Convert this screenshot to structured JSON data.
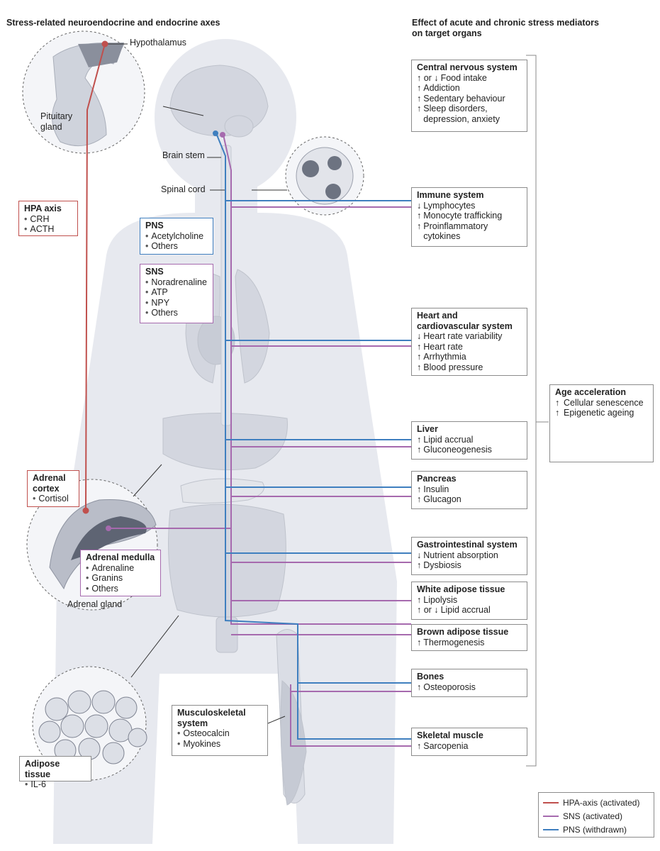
{
  "headers": {
    "left": "Stress-related neuroendocrine and endocrine axes",
    "right": "Effect of acute and chronic stress mediators on target organs"
  },
  "labels": {
    "hypothalamus": "Hypothalamus",
    "pituitary": "Pituitary gland",
    "brain_stem": "Brain stem",
    "spinal_cord": "Spinal cord",
    "adrenal_gland": "Adrenal gland"
  },
  "mediators": {
    "hpa": {
      "title": "HPA axis",
      "items": [
        "CRH",
        "ACTH"
      ]
    },
    "pns": {
      "title": "PNS",
      "items": [
        "Acetylcholine",
        "Others"
      ]
    },
    "sns": {
      "title": "SNS",
      "items": [
        "Noradrenaline",
        "ATP",
        "NPY",
        "Others"
      ]
    },
    "adrenal_cortex": {
      "title": "Adrenal cortex",
      "items": [
        "Cortisol"
      ]
    },
    "adrenal_medulla": {
      "title": "Adrenal medulla",
      "items": [
        "Adrenaline",
        "Granins",
        "Others"
      ]
    },
    "adipose": {
      "title": "Adipose tissue",
      "items": [
        "IL-6"
      ]
    },
    "musculoskeletal": {
      "title": "Musculoskeletal system",
      "items": [
        "Osteocalcin",
        "Myokines"
      ]
    }
  },
  "organs": [
    {
      "title": "Central nervous system",
      "effects": [
        {
          "arrow": "↑ or ↓",
          "text": "Food intake"
        },
        {
          "arrow": "↑",
          "text": "Addiction"
        },
        {
          "arrow": "↑",
          "text": "Sedentary behaviour"
        },
        {
          "arrow": "↑",
          "text": "Sleep disorders, depression, anxiety"
        }
      ]
    },
    {
      "title": "Immune system",
      "effects": [
        {
          "arrow": "↓",
          "text": "Lymphocytes"
        },
        {
          "arrow": "↑",
          "text": "Monocyte trafficking"
        },
        {
          "arrow": "↑",
          "text": "Proinflammatory cytokines"
        }
      ]
    },
    {
      "title": "Heart and cardiovascular system",
      "effects": [
        {
          "arrow": "↓",
          "text": "Heart rate variability"
        },
        {
          "arrow": "↑",
          "text": "Heart rate"
        },
        {
          "arrow": "↑",
          "text": "Arrhythmia"
        },
        {
          "arrow": "↑",
          "text": "Blood pressure"
        }
      ]
    },
    {
      "title": "Liver",
      "effects": [
        {
          "arrow": "↑",
          "text": "Lipid accrual"
        },
        {
          "arrow": "↑",
          "text": "Gluconeogenesis"
        }
      ]
    },
    {
      "title": "Pancreas",
      "effects": [
        {
          "arrow": "↑",
          "text": "Insulin"
        },
        {
          "arrow": "↑",
          "text": "Glucagon"
        }
      ]
    },
    {
      "title": "Gastrointestinal system",
      "effects": [
        {
          "arrow": "↓",
          "text": "Nutrient absorption"
        },
        {
          "arrow": "↑",
          "text": "Dysbiosis"
        }
      ]
    },
    {
      "title": "White adipose tissue",
      "effects": [
        {
          "arrow": "↑",
          "text": "Lipolysis"
        },
        {
          "arrow": "↑ or ↓",
          "text": "Lipid accrual"
        }
      ]
    },
    {
      "title": "Brown adipose tissue",
      "effects": [
        {
          "arrow": "↑",
          "text": "Thermogenesis"
        }
      ]
    },
    {
      "title": "Bones",
      "effects": [
        {
          "arrow": "↑",
          "text": "Osteoporosis"
        }
      ]
    },
    {
      "title": "Skeletal muscle",
      "effects": [
        {
          "arrow": "↑",
          "text": "Sarcopenia"
        }
      ]
    }
  ],
  "age_acceleration": {
    "title": "Age acceleration",
    "effects": [
      {
        "arrow": "↑",
        "text": "Cellular senescence"
      },
      {
        "arrow": "↑",
        "text": "Epigenetic ageing"
      }
    ]
  },
  "legend": [
    {
      "label": "HPA-axis (activated)",
      "color": "#c0504d"
    },
    {
      "label": "SNS (activated)",
      "color": "#a66aae"
    },
    {
      "label": "PNS (withdrawn)",
      "color": "#3f7fbf"
    }
  ],
  "colors": {
    "hpa": "#c0504d",
    "sns": "#a66aae",
    "pns": "#3f7fbf",
    "body": "#e6e8ee",
    "organ": "#d2d5de"
  }
}
